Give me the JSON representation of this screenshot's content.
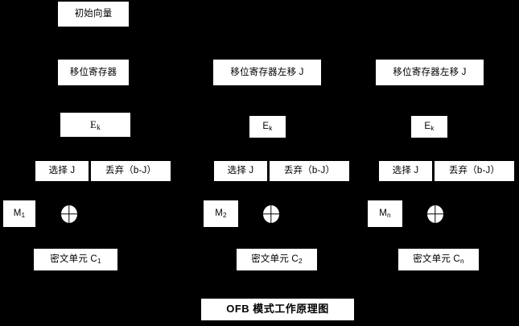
{
  "diagram": {
    "title": "OFB 模式工作原理图",
    "background_color": "#000000",
    "box_fill_color": "#ffffff",
    "text_color": "#000000",
    "initial_vector": "初始向量",
    "columns": [
      {
        "shift_register": "移位寄存器",
        "encrypt": "E",
        "encrypt_sub": "k",
        "select": "选择 J",
        "discard": "丢弃（b-J）",
        "plaintext": "M",
        "plaintext_sub": "1",
        "xor": "xor-operator",
        "ciphertext": "密文单元 C",
        "ciphertext_sub": "1"
      },
      {
        "shift_register": "移位寄存器左移 J",
        "encrypt": "E",
        "encrypt_sub": "k",
        "select": "选择 J",
        "discard": "丢弃（b-J）",
        "plaintext": "M",
        "plaintext_sub": "2",
        "xor": "xor-operator",
        "ciphertext": "密文单元 C",
        "ciphertext_sub": "2"
      },
      {
        "shift_register": "移位寄存器左移 J",
        "encrypt": "E",
        "encrypt_sub": "k",
        "select": "选择 J",
        "discard": "丢弃（b-J）",
        "plaintext": "M",
        "plaintext_sub": "n",
        "xor": "xor-operator",
        "ciphertext": "密文单元 C",
        "ciphertext_sub": "n"
      }
    ]
  }
}
